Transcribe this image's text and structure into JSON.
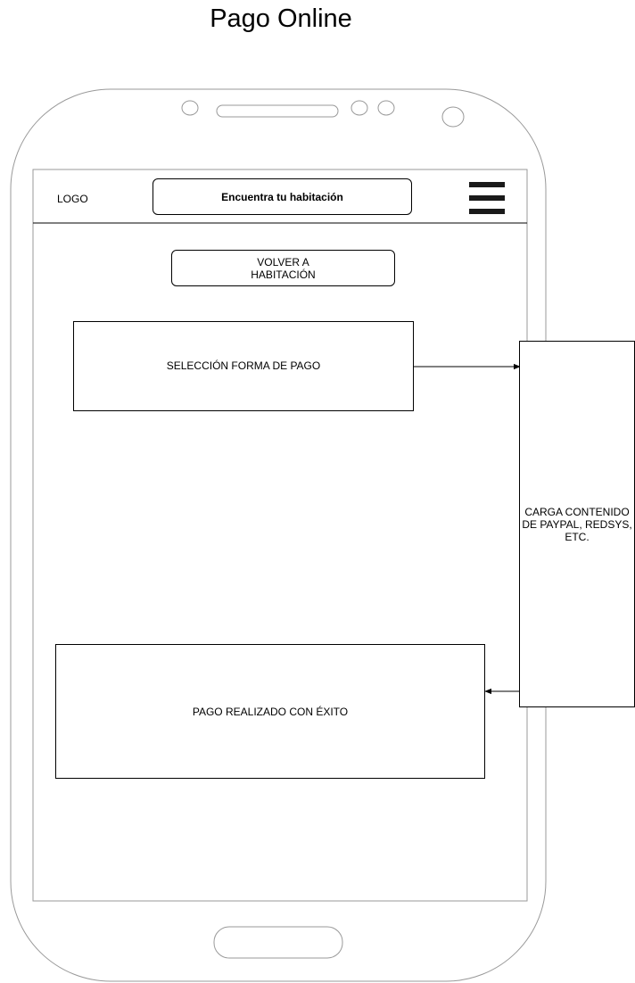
{
  "diagram": {
    "title": "Pago Online"
  },
  "phone": {
    "header": {
      "logo_label": "LOGO",
      "search_label": "Encuentra tu habitación",
      "menu_icon": "hamburger-menu-icon"
    },
    "back_button_label": "VOLVER A\nHABITACIÓN",
    "payment_selection_label": "SELECCIÓN FORMA DE PAGO",
    "payment_success_label": "PAGO REALIZADO CON ÉXITO"
  },
  "external_panel": {
    "label": "CARGA CONTENIDO\nDE PAYPAL, REDSYS,\nETC."
  },
  "colors": {
    "phone_outline": "#999999",
    "line": "#000000",
    "menu_bars": "#1a1a1a"
  }
}
